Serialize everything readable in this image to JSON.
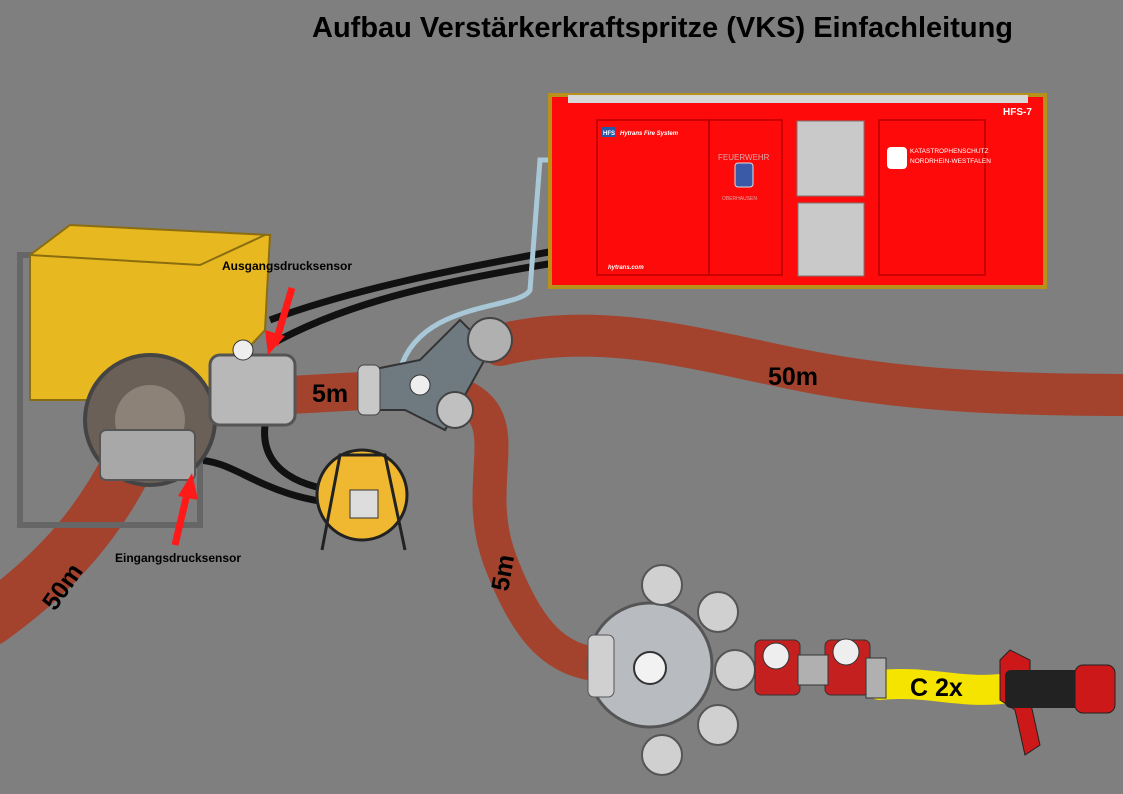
{
  "title": "Aufbau Verstärkerkraftspritze (VKS) Einfachleitung",
  "labels": {
    "outlet_sensor": "Ausgangsdrucksensor",
    "inlet_sensor": "Eingangsdrucksensor",
    "hose_pump_to_y": "5m",
    "hose_supply_top": "50m",
    "hose_supply_left": "50m",
    "hose_y_to_distributor": "5m",
    "c_hose": "C 2x"
  },
  "container": {
    "model": "HFS-7",
    "brand_badge": "HFS",
    "brand": "Hytrans Fire System",
    "fire_dept": "FEUERWEHR",
    "city": "OBERHAUSEN",
    "org_line1": "KATASTROPHENSCHUTZ",
    "org_line2": "NORDRHEIN-WESTFALEN",
    "website": "hytrans.com"
  },
  "colors": {
    "background": "#7f7f7f",
    "hose": "#a3432e",
    "c_hose": "#f5e400",
    "container": "#ff0a0a",
    "pump": "#e8b820",
    "arrow": "#ff1a1a"
  }
}
